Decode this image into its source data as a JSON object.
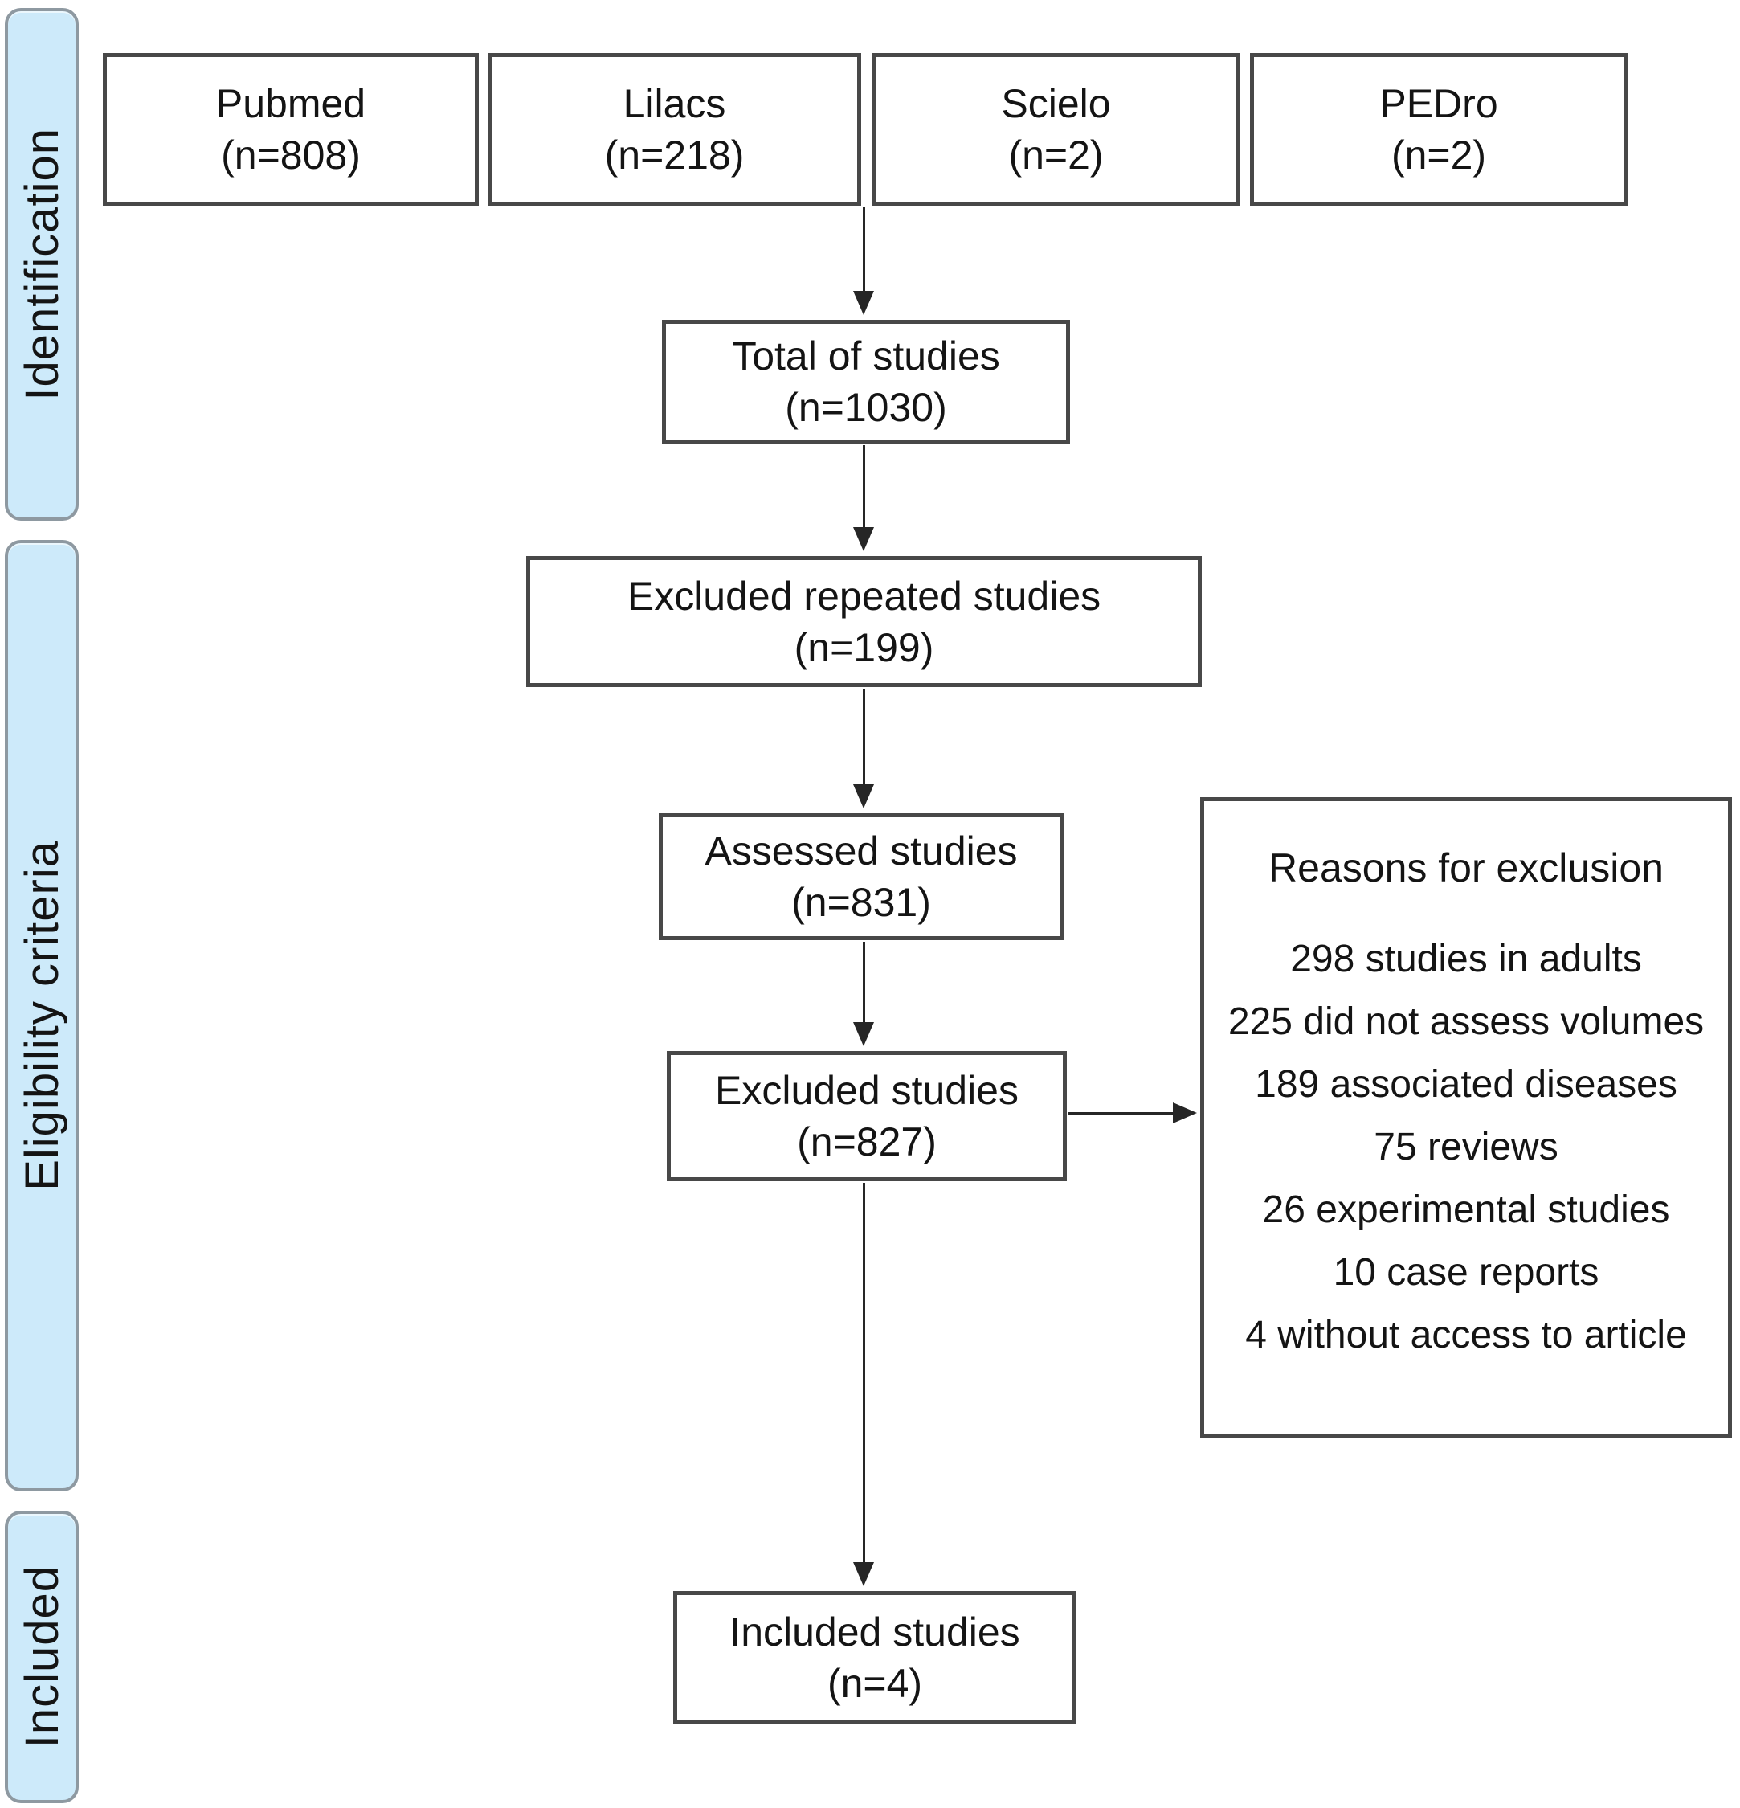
{
  "sidebar": {
    "stages": [
      {
        "label": "Identification"
      },
      {
        "label": "Eligibility criteria"
      },
      {
        "label": "Included"
      }
    ]
  },
  "sources": [
    {
      "name": "Pubmed",
      "count": "(n=808)"
    },
    {
      "name": "Lilacs",
      "count": "(n=218)"
    },
    {
      "name": "Scielo",
      "count": "(n=2)"
    },
    {
      "name": "PEDro",
      "count": "(n=2)"
    }
  ],
  "nodes": {
    "total": {
      "title": "Total of studies",
      "count": "(n=1030)"
    },
    "excluded_repeated": {
      "title": "Excluded repeated studies",
      "count": "(n=199)"
    },
    "assessed": {
      "title": "Assessed studies",
      "count": "(n=831)"
    },
    "excluded": {
      "title": "Excluded studies",
      "count": "(n=827)"
    },
    "included": {
      "title": "Included studies",
      "count": "(n=4)"
    }
  },
  "reasons": {
    "title": "Reasons for exclusion",
    "items": [
      "298 studies in adults",
      "225 did not assess volumes",
      "189 associated diseases",
      "75 reviews",
      "26 experimental studies",
      "10 case reports",
      "4 without access to article"
    ]
  },
  "colors": {
    "box_border": "#484848",
    "arrow": "#262626",
    "sidebar_fill": "#cdeafa",
    "sidebar_border": "#8e99a1"
  }
}
